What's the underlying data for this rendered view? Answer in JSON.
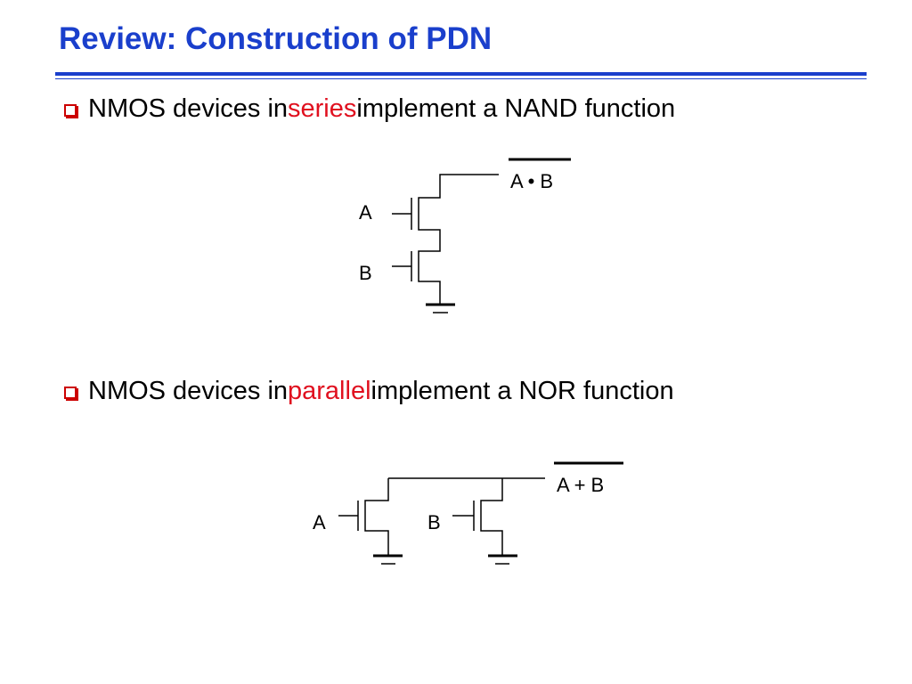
{
  "slide": {
    "title": "Review: Construction of PDN",
    "accent_color": "#1a3fcc",
    "highlight_color": "#e0101f"
  },
  "bullets": [
    {
      "icon": "checkbox-square-icon",
      "before": "NMOS devices in ",
      "highlight": "series",
      "after": " implement a NAND function"
    },
    {
      "icon": "checkbox-square-icon",
      "before": "NMOS devices in ",
      "highlight": "parallel",
      "after": " implement a NOR function"
    }
  ],
  "nand_circuit": {
    "output_label": "A • B",
    "input_a_label": "A",
    "input_b_label": "B"
  },
  "nor_circuit": {
    "output_label": "A + B",
    "input_a_label": "A",
    "input_b_label": "B"
  }
}
